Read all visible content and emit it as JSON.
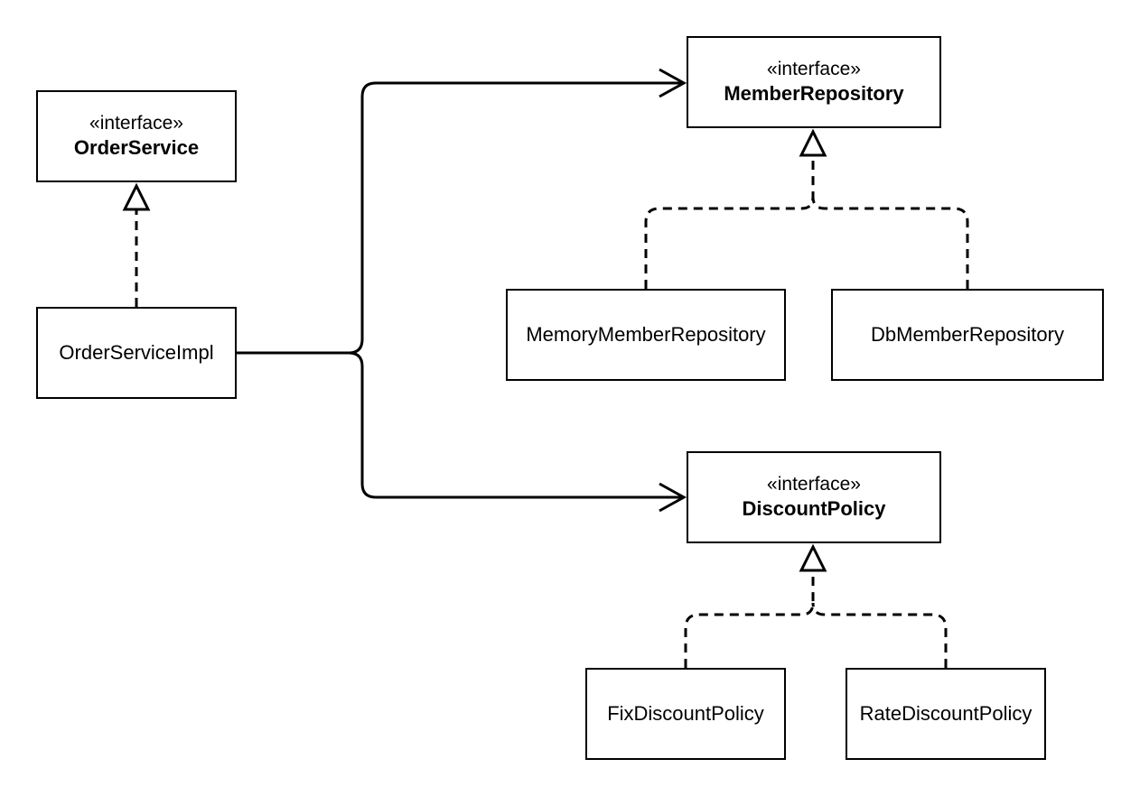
{
  "diagram": {
    "interfaces": {
      "order_service": {
        "stereotype": "«interface»",
        "name": "OrderService"
      },
      "member_repository": {
        "stereotype": "«interface»",
        "name": "MemberRepository"
      },
      "discount_policy": {
        "stereotype": "«interface»",
        "name": "DiscountPolicy"
      }
    },
    "classes": {
      "order_service_impl": "OrderServiceImpl",
      "memory_member_repository": "MemoryMemberRepository",
      "db_member_repository": "DbMemberRepository",
      "fix_discount_policy": "FixDiscountPolicy",
      "rate_discount_policy": "RateDiscountPolicy"
    },
    "relations": [
      {
        "from": "OrderServiceImpl",
        "to": "OrderService",
        "kind": "realization"
      },
      {
        "from": "OrderServiceImpl",
        "to": "MemberRepository",
        "kind": "association"
      },
      {
        "from": "OrderServiceImpl",
        "to": "DiscountPolicy",
        "kind": "association"
      },
      {
        "from": "MemoryMemberRepository",
        "to": "MemberRepository",
        "kind": "realization"
      },
      {
        "from": "DbMemberRepository",
        "to": "MemberRepository",
        "kind": "realization"
      },
      {
        "from": "FixDiscountPolicy",
        "to": "DiscountPolicy",
        "kind": "realization"
      },
      {
        "from": "RateDiscountPolicy",
        "to": "DiscountPolicy",
        "kind": "realization"
      }
    ],
    "colors": {
      "stroke": "#000000",
      "fill": "#ffffff"
    }
  }
}
